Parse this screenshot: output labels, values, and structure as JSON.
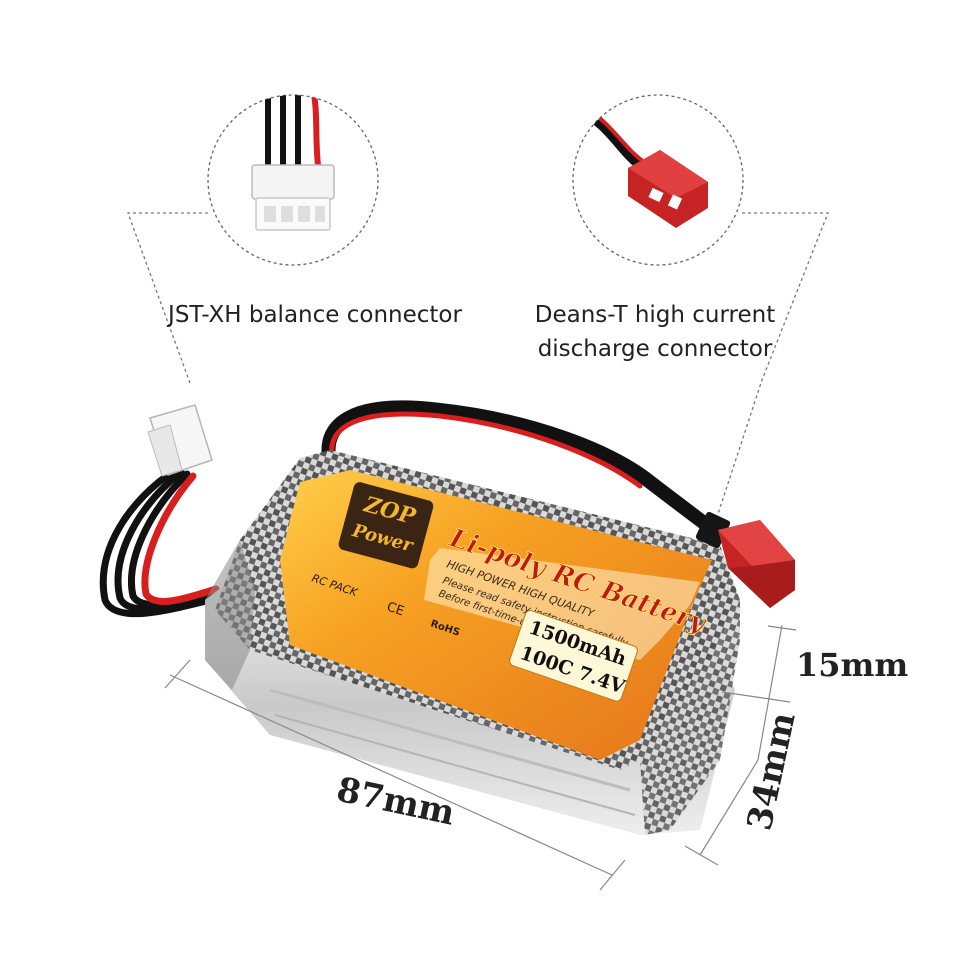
{
  "callouts": {
    "balance": {
      "text": "JST-XH balance connector"
    },
    "discharge": {
      "line1": "Deans-T high current",
      "line2": "discharge connector"
    }
  },
  "dimensions": {
    "length": "87mm",
    "width": "34mm",
    "height": "15mm"
  },
  "label": {
    "brand_line1": "ZOP",
    "brand_line2": "Power",
    "title": "Li-poly RC Battery",
    "subtitle": "HIGH POWER HIGH QUALITY",
    "warning_line1": "Please read safety instruction carefully",
    "warning_line2": "Before first-time-using!",
    "pack_text": "RC PACK",
    "cert_ce": "CE",
    "cert_rohs": "RoHS",
    "capacity": "1500mAh",
    "rating": "100C 7.4V"
  },
  "colors": {
    "label_orange": "#f08a1a",
    "label_yellow": "#ffd23a",
    "connector_red": "#d42b2b",
    "wire_black": "#161616",
    "wire_red": "#d81e1e"
  }
}
